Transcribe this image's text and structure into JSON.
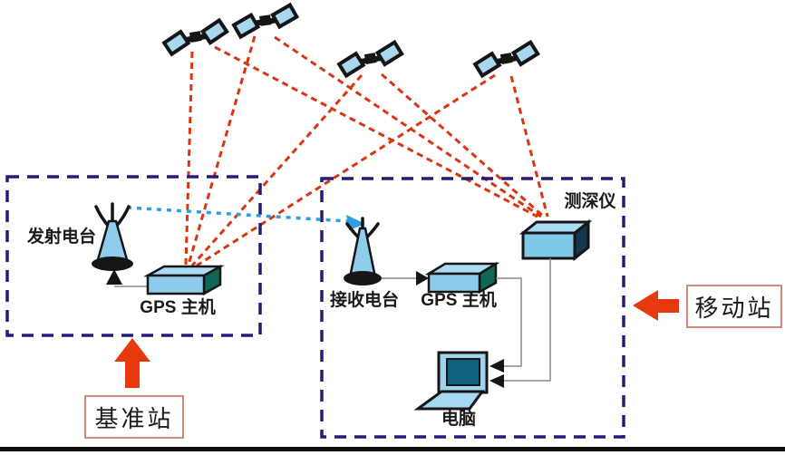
{
  "devices": {
    "transmit_radio": {
      "label": "发射电台"
    },
    "base_gps_host": {
      "label": "GPS 主机"
    },
    "receive_radio": {
      "label": "接收电台"
    },
    "mobile_gps_host": {
      "label": "GPS 主机"
    },
    "echo_sounder": {
      "label": "测深仪"
    },
    "computer": {
      "label": "电脑"
    }
  },
  "stations": {
    "base": {
      "label": "基准站"
    },
    "mobile": {
      "label": "移动站"
    }
  },
  "satellites": {
    "count": 4,
    "icon": "satellite-icon"
  },
  "links": {
    "satellite_signal": {
      "style": "red-dashed",
      "count": 8
    },
    "radio_link": {
      "style": "blue-dashed-arrow"
    },
    "station_boundary": {
      "style": "navy-dashed-box"
    }
  },
  "colors": {
    "satellite_signal": "#d93511",
    "radio_link": "#2e9fe0",
    "station_boundary": "#2b1878",
    "station_arrow": "#e8380d",
    "device_fill": "#8ecbea",
    "label_box_border": "#cf8b7b"
  }
}
